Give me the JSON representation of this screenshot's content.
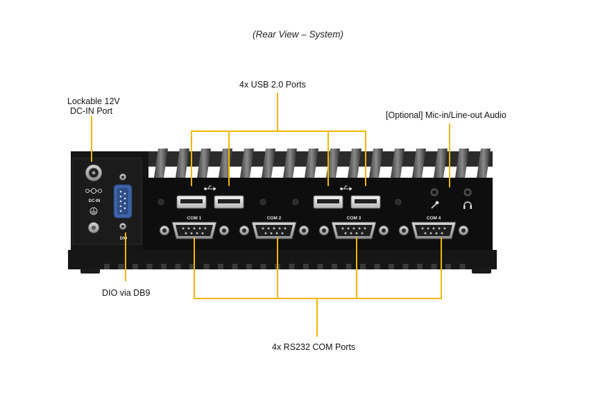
{
  "title": "(Rear View – System)",
  "callouts": {
    "usb": "4x USB 2.0 Ports",
    "dc_in_line1": "Lockable 12V",
    "dc_in_line2": "DC-IN  Port",
    "audio": "[Optional] Mic-in/Line-out Audio",
    "dio": "DIO via DB9",
    "com": "4x RS232 COM Ports"
  },
  "panel_labels": {
    "dc_in": "DC-IN",
    "dio": "DIO",
    "com": [
      "COM 1",
      "COM 2",
      "COM 3",
      "COM 4"
    ]
  },
  "icons": [
    "usb-icon",
    "mic-icon",
    "headphone-icon",
    "ground-icon"
  ],
  "colors": {
    "callout_line": "#F2B700",
    "chassis": "#151515",
    "heatsink_fin": "#5a5a5a",
    "db9_blue": "#3f63a8"
  }
}
